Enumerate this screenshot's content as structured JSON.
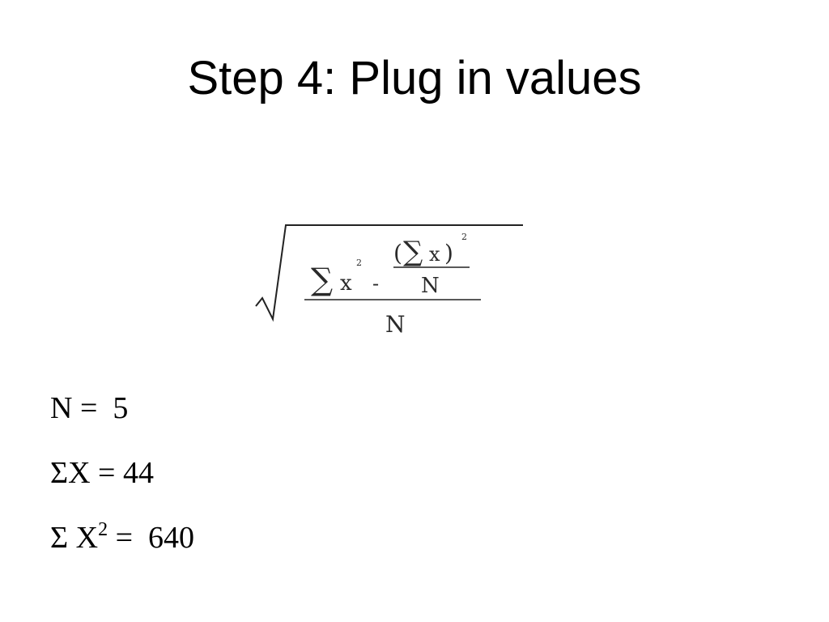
{
  "slide": {
    "title": "Step 4: Plug in values"
  },
  "formula": {
    "sigma": "∑",
    "x": "x",
    "exp": "2",
    "minus": "-",
    "open_paren": "(",
    "close_paren": ")",
    "inner_denominator": "N",
    "outer_denominator": "N"
  },
  "values": {
    "n": {
      "label": "N = ",
      "value": "5"
    },
    "sum_x": {
      "label": "ΣX = ",
      "value": "44"
    },
    "sum_x2": {
      "label": "Σ X",
      "exponent": "2",
      "equals": " = ",
      "value": "640"
    }
  }
}
